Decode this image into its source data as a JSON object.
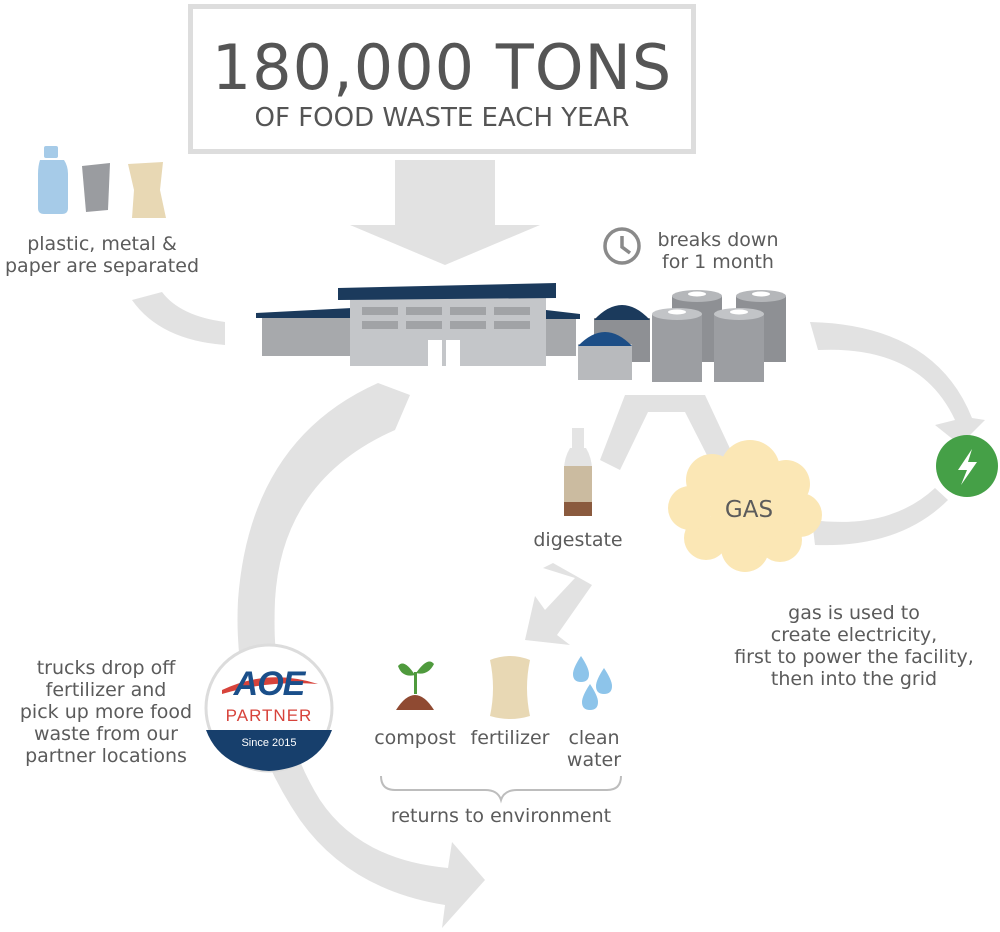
{
  "title": {
    "main": "180,000 TONS",
    "sub": "OF FOOD WASTE EACH YEAR"
  },
  "labels": {
    "separated": [
      "plastic, metal &",
      "paper are separated"
    ],
    "breaks_down": [
      "breaks down",
      "for 1 month"
    ],
    "digestate": "digestate",
    "gas": "GAS",
    "gas_used": [
      "gas is used to",
      "create electricity,",
      "first to power the facility,",
      "then into the grid"
    ],
    "trucks": [
      "trucks drop off",
      "fertilizer and",
      "pick up more food",
      "waste from our",
      "partner locations"
    ],
    "compost": "compost",
    "fertilizer": "fertilizer",
    "clean_water": [
      "clean",
      "water"
    ],
    "returns": "returns to environment"
  },
  "badge": {
    "logo": "AOE",
    "partner": "PARTNER",
    "since": "Since 2015"
  },
  "icons": [
    "bottle-icon",
    "can-icon",
    "paper-icon",
    "clock-icon",
    "facility-building",
    "digester-tanks",
    "digestate-bottle-icon",
    "gas-cloud",
    "electricity-bolt-icon",
    "sprout-icon",
    "fertilizer-bag-icon",
    "water-drops-icon",
    "partner-badge"
  ],
  "colors": {
    "arrow": "#e2e2e2",
    "navy": "#1b3a5c",
    "green": "#45a047",
    "cloud": "#fbe7b5",
    "badge_blue": "#1a4f8a",
    "badge_red": "#d7433b"
  }
}
